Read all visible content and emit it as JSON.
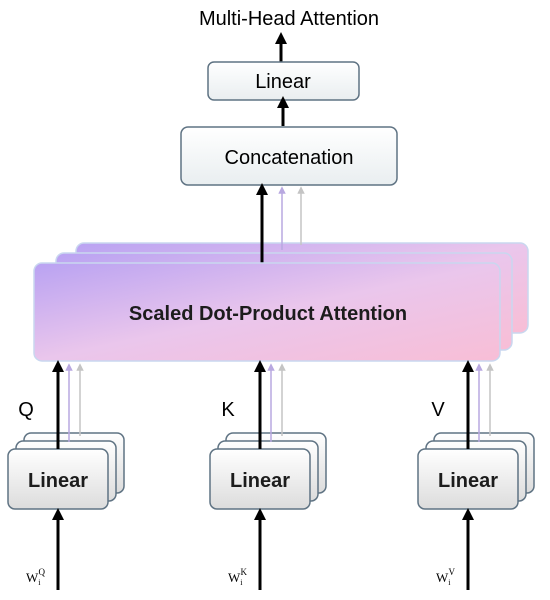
{
  "output_label": "Multi-Head Attention",
  "linear_top_label": "Linear",
  "concat_label": "Concatenation",
  "attention_label": "Scaled Dot-Product Attention",
  "inputs": [
    {
      "letter": "Q",
      "linear_label": "Linear",
      "weight_base": "W",
      "weight_sub": "i",
      "weight_sup": "Q"
    },
    {
      "letter": "K",
      "linear_label": "Linear",
      "weight_base": "W",
      "weight_sub": "i",
      "weight_sup": "K"
    },
    {
      "letter": "V",
      "linear_label": "Linear",
      "weight_base": "W",
      "weight_sub": "i",
      "weight_sup": "V"
    }
  ],
  "colors": {
    "box_border": "#5f7383",
    "box_fill_top": "#ffffff",
    "box_fill_bottom": "#e9eef0",
    "attention_fill_left": "#b9a2f2",
    "attention_fill_mid": "#eac6ec",
    "attention_fill_right": "#f8bed6",
    "attention_border": "#c9d7ef",
    "arrow_main": "#000000",
    "arrow_faint_1": "#b8a8e0",
    "arrow_faint_2": "#c4c4c4"
  }
}
